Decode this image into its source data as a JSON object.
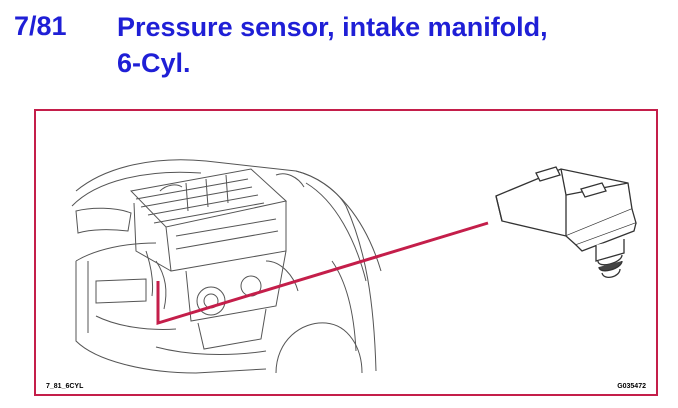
{
  "heading": {
    "number": "7/81",
    "title_line1": "Pressure sensor, intake manifold,",
    "title_line2": "6-Cyl."
  },
  "figure": {
    "left_code": "7_81_6CYL",
    "right_code": "G035472",
    "icons": [
      "engine-bay-illustration",
      "pressure-sensor-illustration"
    ],
    "colors": {
      "title": "#1f1fd6",
      "frame": "#c41e4a",
      "leader_line": "#c41e4a",
      "drawing": "#555555"
    }
  }
}
